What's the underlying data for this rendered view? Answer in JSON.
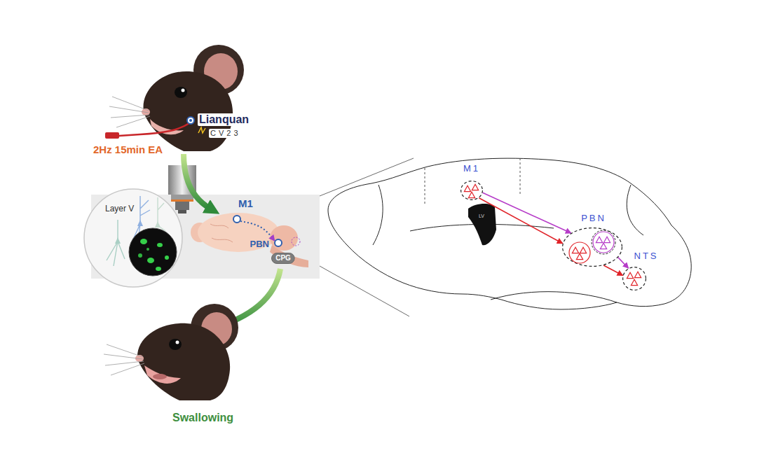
{
  "diagram": {
    "nodes": [
      {
        "text": [
          "M1"
        ]
      },
      {
        "text": [
          "PBN"
        ]
      },
      {
        "text": [
          "CPG"
        ]
      },
      {
        "text": [
          "M1"
        ]
      },
      {
        "text": [
          "PBN"
        ]
      },
      {
        "text": [
          "NTS"
        ]
      }
    ],
    "edges": [
      {
        "from": 0,
        "to": 1,
        "arrow": "to"
      },
      {
        "from": 3,
        "to": 4,
        "arrow": "to"
      },
      {
        "from": 3,
        "to": 4,
        "arrow": "to"
      },
      {
        "from": 4,
        "to": 5,
        "arrow": "to"
      },
      {
        "from": 4,
        "to": 5,
        "arrow": "to"
      }
    ],
    "labels": [
      "Lianquan",
      "CV23",
      "2Hz 15min EA",
      "Layer V",
      "Swallowing",
      "LV"
    ]
  }
}
